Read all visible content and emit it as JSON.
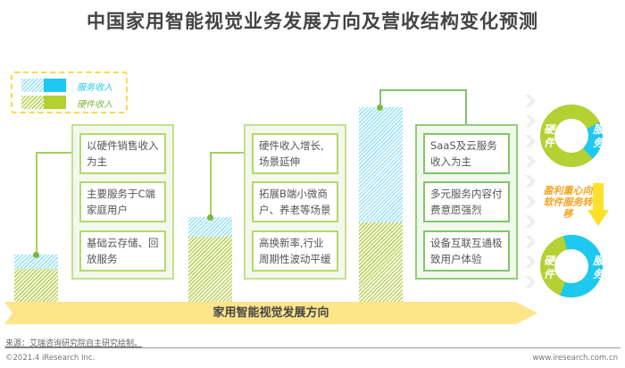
{
  "title": "中国家用智能视觉业务发展方向及营收结构变化预测",
  "legend": [
    {
      "label": "服务收入",
      "color": "#1ec8f0"
    },
    {
      "label": "硬件收入",
      "color": "#b3d133"
    }
  ],
  "stages": [
    {
      "points": [
        "以硬件销售收入为主",
        "主要服务于C端家庭用户",
        "基础云存储、回放服务"
      ]
    },
    {
      "points": [
        "硬件收入增长,场景延伸",
        "拓展B端小微商户、养老等场景",
        "高换新率,行业周期性波动平缓"
      ]
    },
    {
      "points": [
        "SaaS及云服务收入为主",
        "多元服务内容付费意愿强烈",
        "设备互联互通极致用户体验"
      ]
    }
  ],
  "banner": "家用智能视觉发展方向",
  "donuts": {
    "before": {
      "hardware_label": "硬件",
      "service_label": "服务",
      "service_share": 0.2
    },
    "after": {
      "hardware_label": "硬件",
      "service_label": "服务",
      "service_share": 0.6
    },
    "shift_text": "盈利重心向软件服务转移"
  },
  "footer": {
    "source": "来源：艾瑞咨询研究院自主研究绘制。",
    "copyright": "©2021.4 iResearch Inc.",
    "site": "www.iresearch.com.cn"
  }
}
